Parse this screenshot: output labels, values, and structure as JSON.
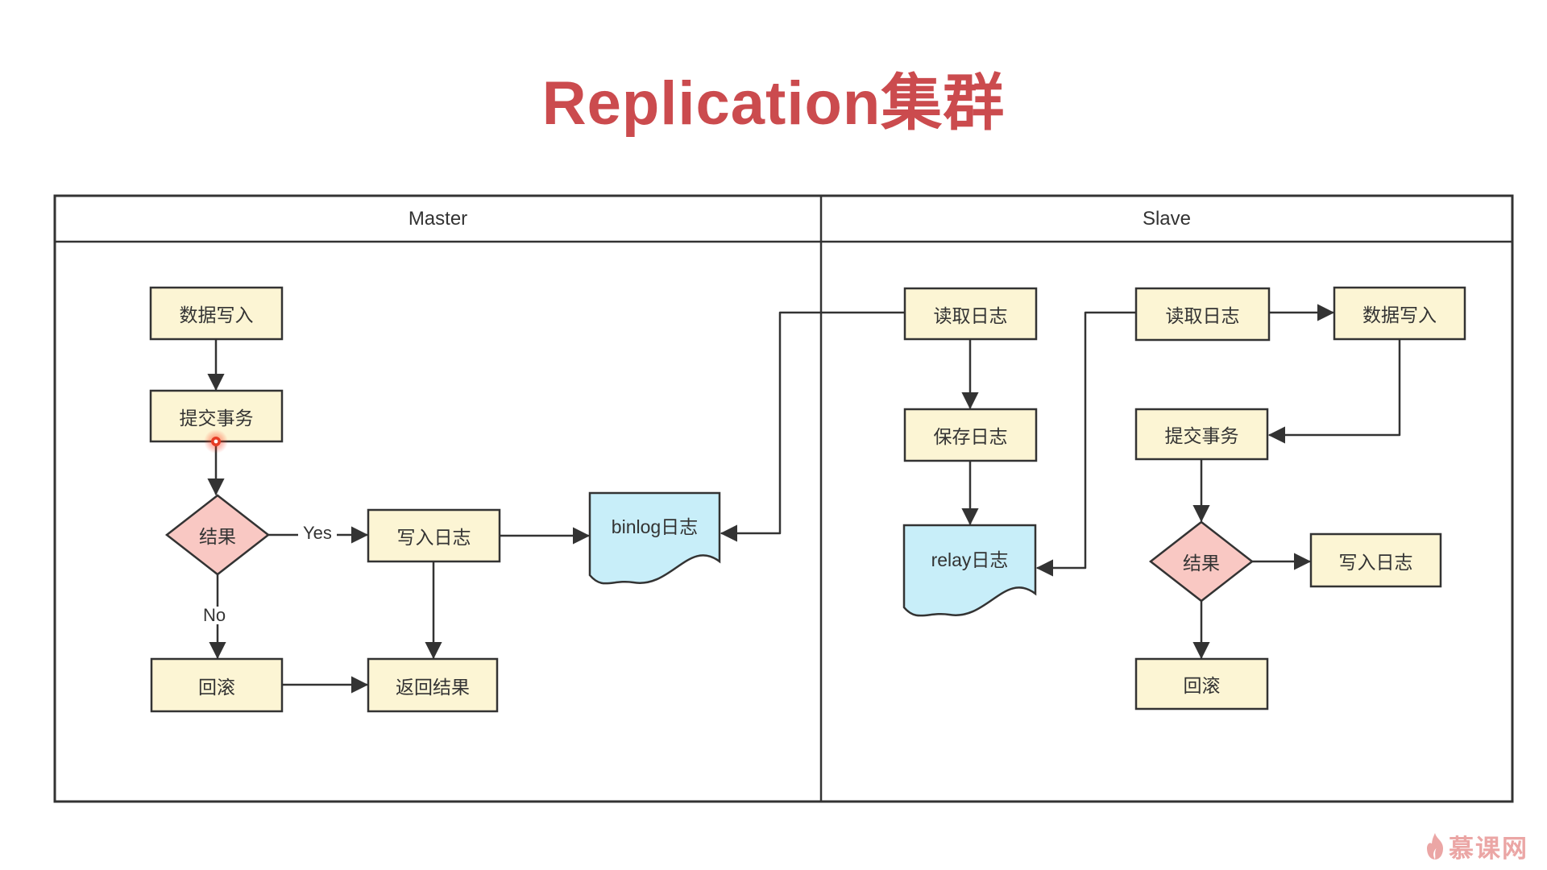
{
  "title": "Replication集群",
  "lanes": {
    "master": "Master",
    "slave": "Slave"
  },
  "master": {
    "write_data": "数据写入",
    "commit_tx": "提交事务",
    "result": "结果",
    "yes_label": "Yes",
    "no_label": "No",
    "write_log": "写入日志",
    "binlog": "binlog日志",
    "rollback": "回滚",
    "return_result": "返回结果"
  },
  "slave": {
    "read_log_io": "读取日志",
    "save_log": "保存日志",
    "relay_log": "relay日志",
    "read_log_sql": "读取日志",
    "write_data": "数据写入",
    "commit_tx": "提交事务",
    "result": "结果",
    "write_log": "写入日志",
    "rollback": "回滚"
  },
  "watermark": {
    "brand": "慕课网"
  },
  "colors": {
    "title_red": "#cb4b4e",
    "process_fill": "#fcf5d4",
    "decision_fill": "#f9c8c3",
    "document_fill": "#c8eef9",
    "stroke": "#333333",
    "watermark_pink": "#eba6a5",
    "click_indicator_red": "#e63c25"
  }
}
